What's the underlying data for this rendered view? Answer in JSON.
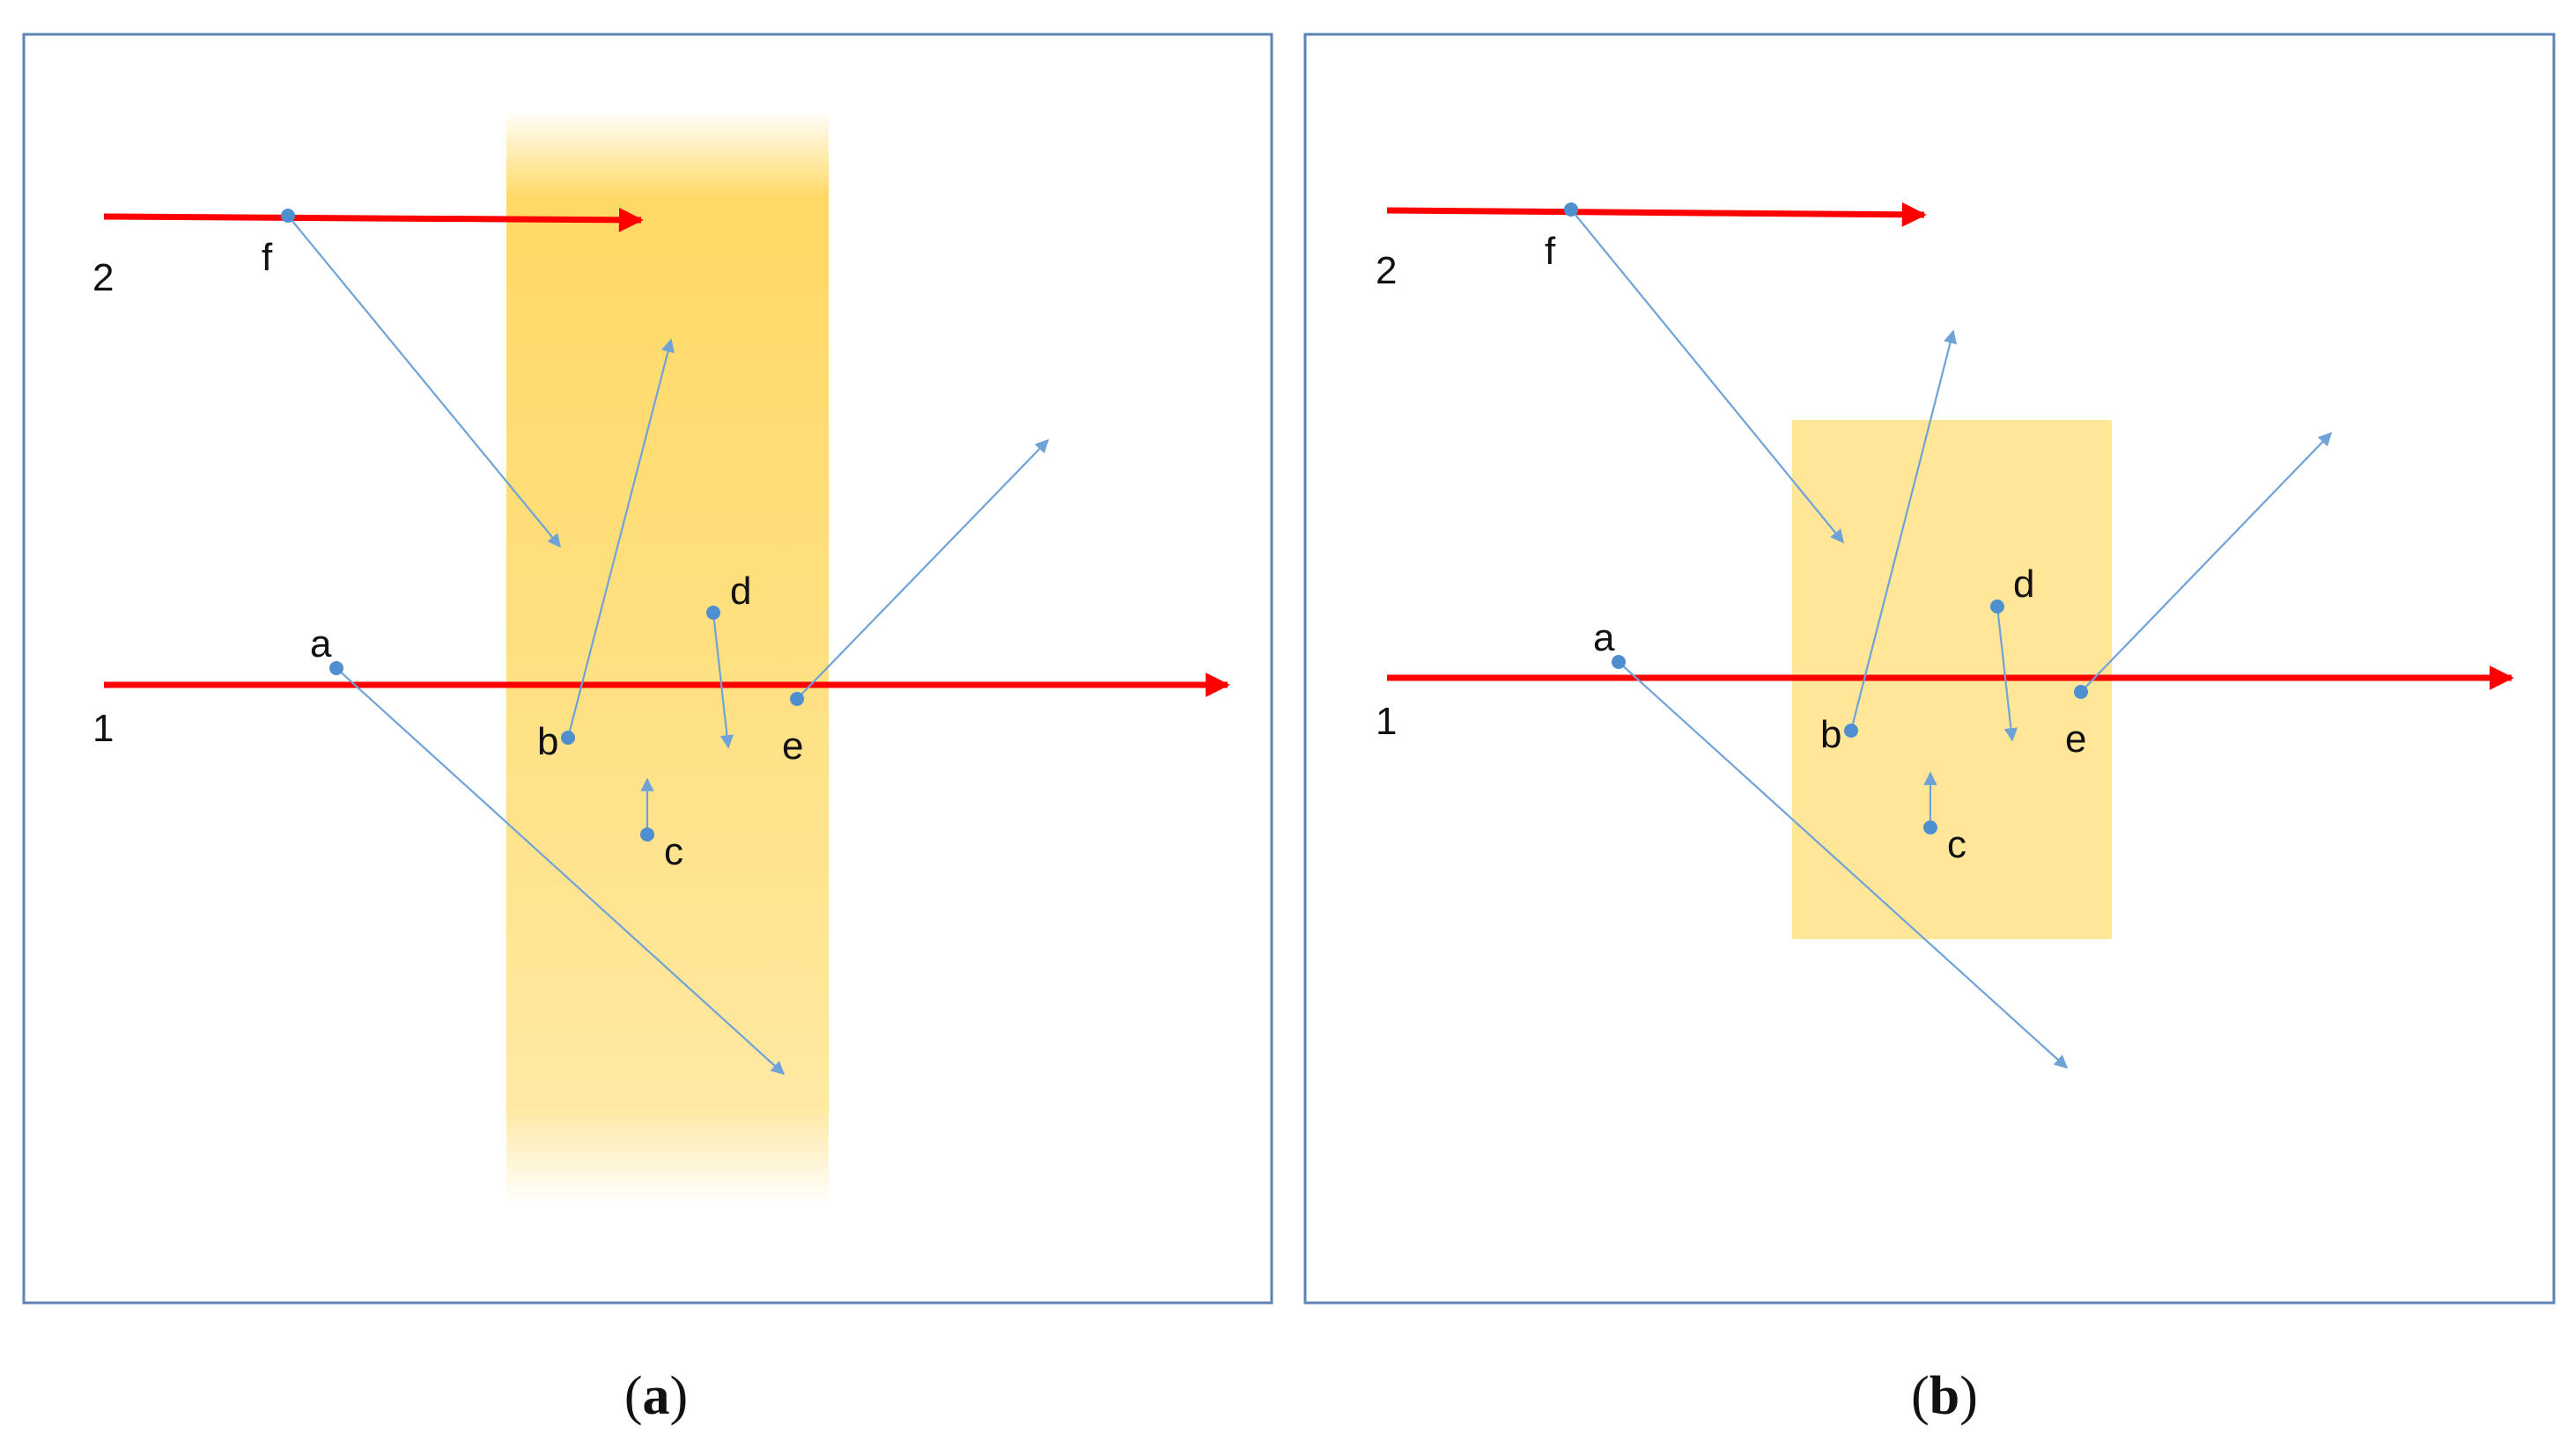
{
  "colors": {
    "frame": "#5b84b4",
    "beam": "#ff0000",
    "particle_track": "#6fa3d8",
    "particle_dot": "#4f8fd0",
    "region_fill": "#ffd966",
    "region_fill_light": "#ffe699"
  },
  "panels": [
    {
      "id": "a",
      "caption": "(a)",
      "caption_parts": [
        "(",
        "a",
        ")"
      ],
      "region_style": "vertical-band-gradient",
      "beam_labels": [
        "1",
        "2"
      ],
      "point_labels": [
        "a",
        "b",
        "c",
        "d",
        "e",
        "f"
      ]
    },
    {
      "id": "b",
      "caption": "(b)",
      "caption_parts": [
        "(",
        "b",
        ")"
      ],
      "region_style": "solid-box",
      "beam_labels": [
        "1",
        "2"
      ],
      "point_labels": [
        "a",
        "b",
        "c",
        "d",
        "e",
        "f"
      ]
    }
  ]
}
